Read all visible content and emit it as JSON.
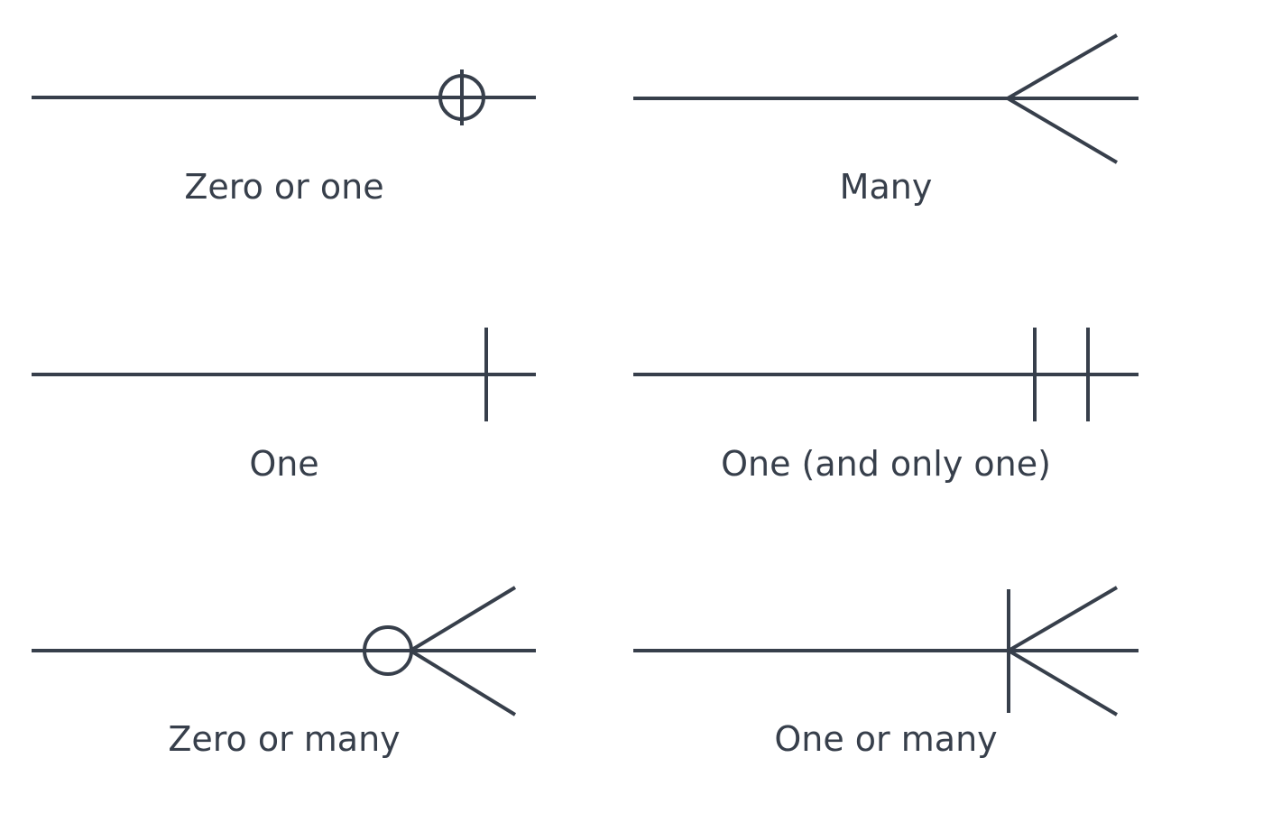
{
  "colors": {
    "ink": "#373f4b",
    "background": "#ffffff"
  },
  "symbols": [
    {
      "id": "zero-or-one",
      "label": "Zero or one"
    },
    {
      "id": "many",
      "label": "Many"
    },
    {
      "id": "one",
      "label": "One"
    },
    {
      "id": "one-and-only-one",
      "label": "One (and only one)"
    },
    {
      "id": "zero-or-many",
      "label": "Zero or many"
    },
    {
      "id": "one-or-many",
      "label": "One or many"
    }
  ]
}
